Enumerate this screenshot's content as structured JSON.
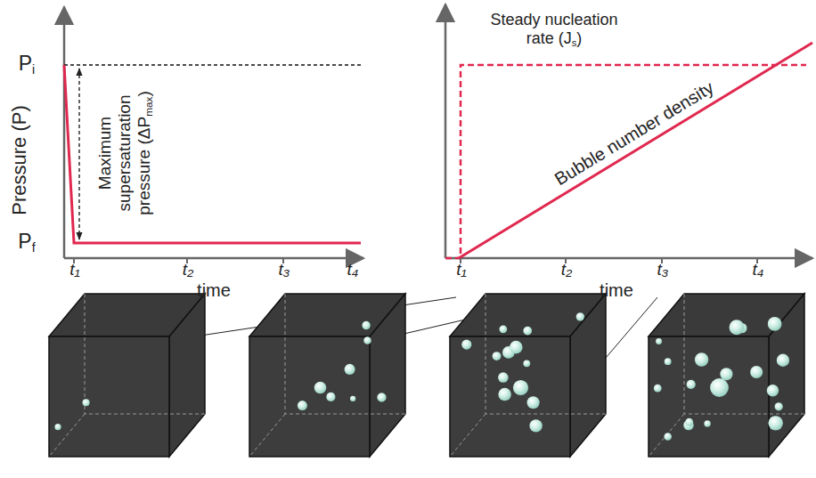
{
  "diagram": {
    "labels": [
      "Pressure (P)",
      "P",
      "i",
      "Maximum",
      "supersaturation",
      "pressure (ΔP",
      "max",
      ")",
      "P",
      "f",
      "t₁",
      "t₂",
      "t₃",
      "t₄",
      "time",
      "Steady nucleation",
      "rate (J",
      "s",
      ")",
      "Bubble number density",
      "t₁",
      "t₂",
      "t₃",
      "t₄",
      "time"
    ]
  }
}
